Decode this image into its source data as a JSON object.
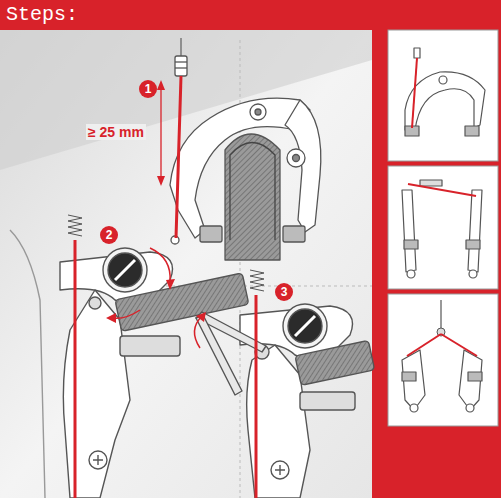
{
  "diagram": {
    "title": "Steps:",
    "labels": [
      "1",
      "≥ 25 mm",
      "2",
      "3"
    ]
  }
}
